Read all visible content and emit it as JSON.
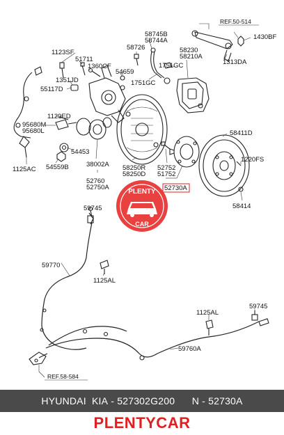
{
  "labels": {
    "ref_50_514": "REF.50-514",
    "p1430BF": "1430BF",
    "p1313DA": "1313DA",
    "p58745B": "58745B",
    "p58744A": "58744A",
    "p58726": "58726",
    "p58230": "58230",
    "p58210A": "58210A",
    "p1123SF": "1123SF",
    "p51711": "51711",
    "p1360CF": "1360CF",
    "p54659": "54659",
    "p1751GC_a": "1751GC",
    "p1351JD": "1351JD",
    "p55117D": "55117D",
    "p1751GC_b": "1751GC",
    "p1129ED": "1129ED",
    "p95680M": "95680M",
    "p95680L": "95680L",
    "p58411D": "58411D",
    "p54453": "54453",
    "p38002A": "38002A",
    "p58250R": "58250R",
    "p58250D": "58250D",
    "p52752": "52752",
    "p51752": "51752",
    "p1220FS": "1220FS",
    "p54559B": "54559B",
    "p1125AC": "1125AC",
    "p52760": "52760",
    "p52750A": "52750A",
    "p52730A": "52730A",
    "p58414": "58414",
    "p59745_a": "59745",
    "p59770": "59770",
    "p1125AL_a": "1125AL",
    "p1125AL_b": "1125AL",
    "p59745_b": "59745",
    "p59760A": "59760A",
    "ref_58_584": "REF.58-584"
  },
  "watermark": {
    "top_text": "PLENTY",
    "bottom_text": "CAR"
  },
  "footer": {
    "brand": "HYUNDAI",
    "model": "KIA",
    "part_number": "527302G200",
    "n_label": "N",
    "n_value": "52730A"
  },
  "brand_text": "PLENTYCAR",
  "colors": {
    "highlight_red": "#e02020",
    "footer_bg": "#4a4a4a",
    "watermark_red": "#e83030"
  }
}
